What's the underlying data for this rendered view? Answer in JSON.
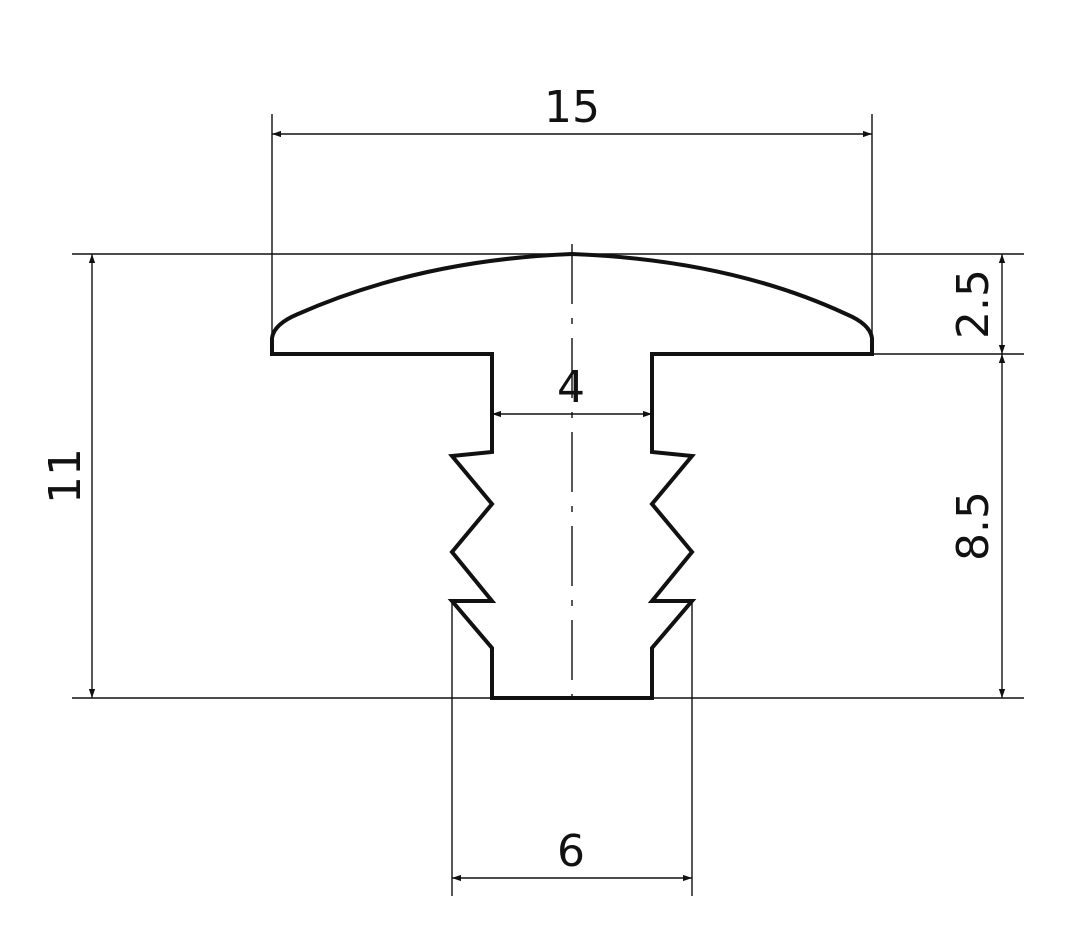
{
  "colors": {
    "outline": "#111111",
    "background": "#ffffff"
  },
  "dimensions": {
    "head_width": "15",
    "total_height": "11",
    "head_height": "2.5",
    "stem_height": "8.5",
    "stem_width": "4",
    "fin_width": "6"
  }
}
